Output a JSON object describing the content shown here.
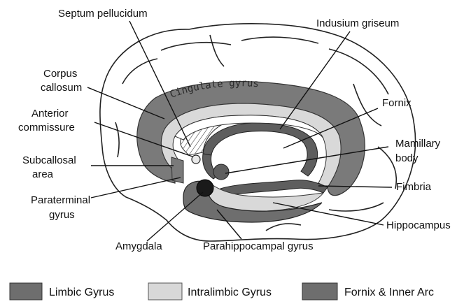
{
  "diagram": {
    "curved_label": "Cingulate gyrus",
    "labels": {
      "septum_pellucidum": "Septum pellucidum",
      "indusium_griseum": "Indusium griseum",
      "corpus_callosum_1": "Corpus",
      "corpus_callosum_2": "callosum",
      "anterior_commissure_1": "Anterior",
      "anterior_commissure_2": "commissure",
      "fornix": "Fornix",
      "subcallosal_area_1": "Subcallosal",
      "subcallosal_area_2": "area",
      "mamillary_body_1": "Mamillary",
      "mamillary_body_2": "body",
      "paraterminal_gyrus_1": "Paraterminal",
      "paraterminal_gyrus_2": "gyrus",
      "fimbria": "Fimbria",
      "hippocampus": "Hippocampus",
      "amygdala": "Amygdala",
      "parahippocampal_gyrus": "Parahippocampal gyrus"
    }
  },
  "legend": {
    "items": [
      {
        "label": "Limbic Gyrus",
        "color": "#6e6e6e"
      },
      {
        "label": "Intralimbic Gyrus",
        "color": "#d8d8d8"
      },
      {
        "label": "Fornix & Inner Arc",
        "color": "#6e6e6e"
      }
    ]
  },
  "colors": {
    "limbic_gyrus": "#7a7a7a",
    "intralimbic_gyrus": "#d9d9d9",
    "fornix_inner_arc": "#5e5e5e",
    "dark_structure": "#1a1a1a"
  }
}
